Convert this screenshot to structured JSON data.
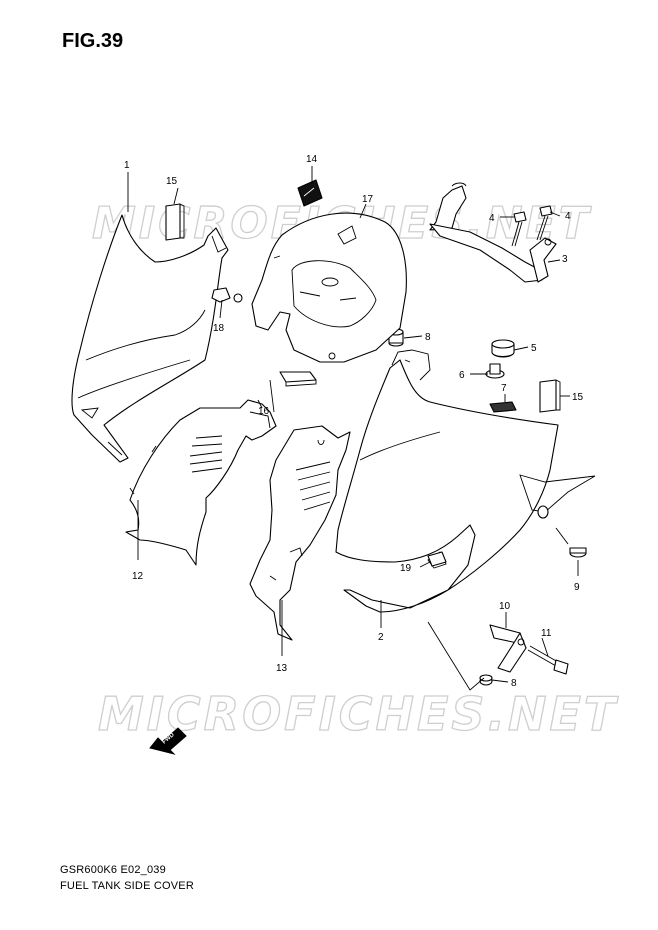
{
  "figure": {
    "title": "FIG.39"
  },
  "watermark": {
    "text": "MICROFICHES.NET"
  },
  "fwd_arrow": {
    "text": "FWD"
  },
  "callouts": [
    {
      "id": "c1",
      "label": "1"
    },
    {
      "id": "c2",
      "label": "2"
    },
    {
      "id": "c3",
      "label": "3"
    },
    {
      "id": "c4a",
      "label": "4"
    },
    {
      "id": "c4b",
      "label": "4"
    },
    {
      "id": "c5",
      "label": "5"
    },
    {
      "id": "c6",
      "label": "6"
    },
    {
      "id": "c7",
      "label": "7"
    },
    {
      "id": "c8a",
      "label": "8"
    },
    {
      "id": "c8b",
      "label": "8"
    },
    {
      "id": "c9",
      "label": "9"
    },
    {
      "id": "c10",
      "label": "10"
    },
    {
      "id": "c11",
      "label": "11"
    },
    {
      "id": "c12",
      "label": "12"
    },
    {
      "id": "c13",
      "label": "13"
    },
    {
      "id": "c14",
      "label": "14"
    },
    {
      "id": "c15a",
      "label": "15"
    },
    {
      "id": "c15b",
      "label": "15"
    },
    {
      "id": "c16",
      "label": "16"
    },
    {
      "id": "c17",
      "label": "17"
    },
    {
      "id": "c18",
      "label": "18"
    },
    {
      "id": "c19",
      "label": "19"
    }
  ],
  "footer": {
    "model_code": "GSR600K6 E02_039",
    "name": "FUEL TANK SIDE COVER"
  }
}
